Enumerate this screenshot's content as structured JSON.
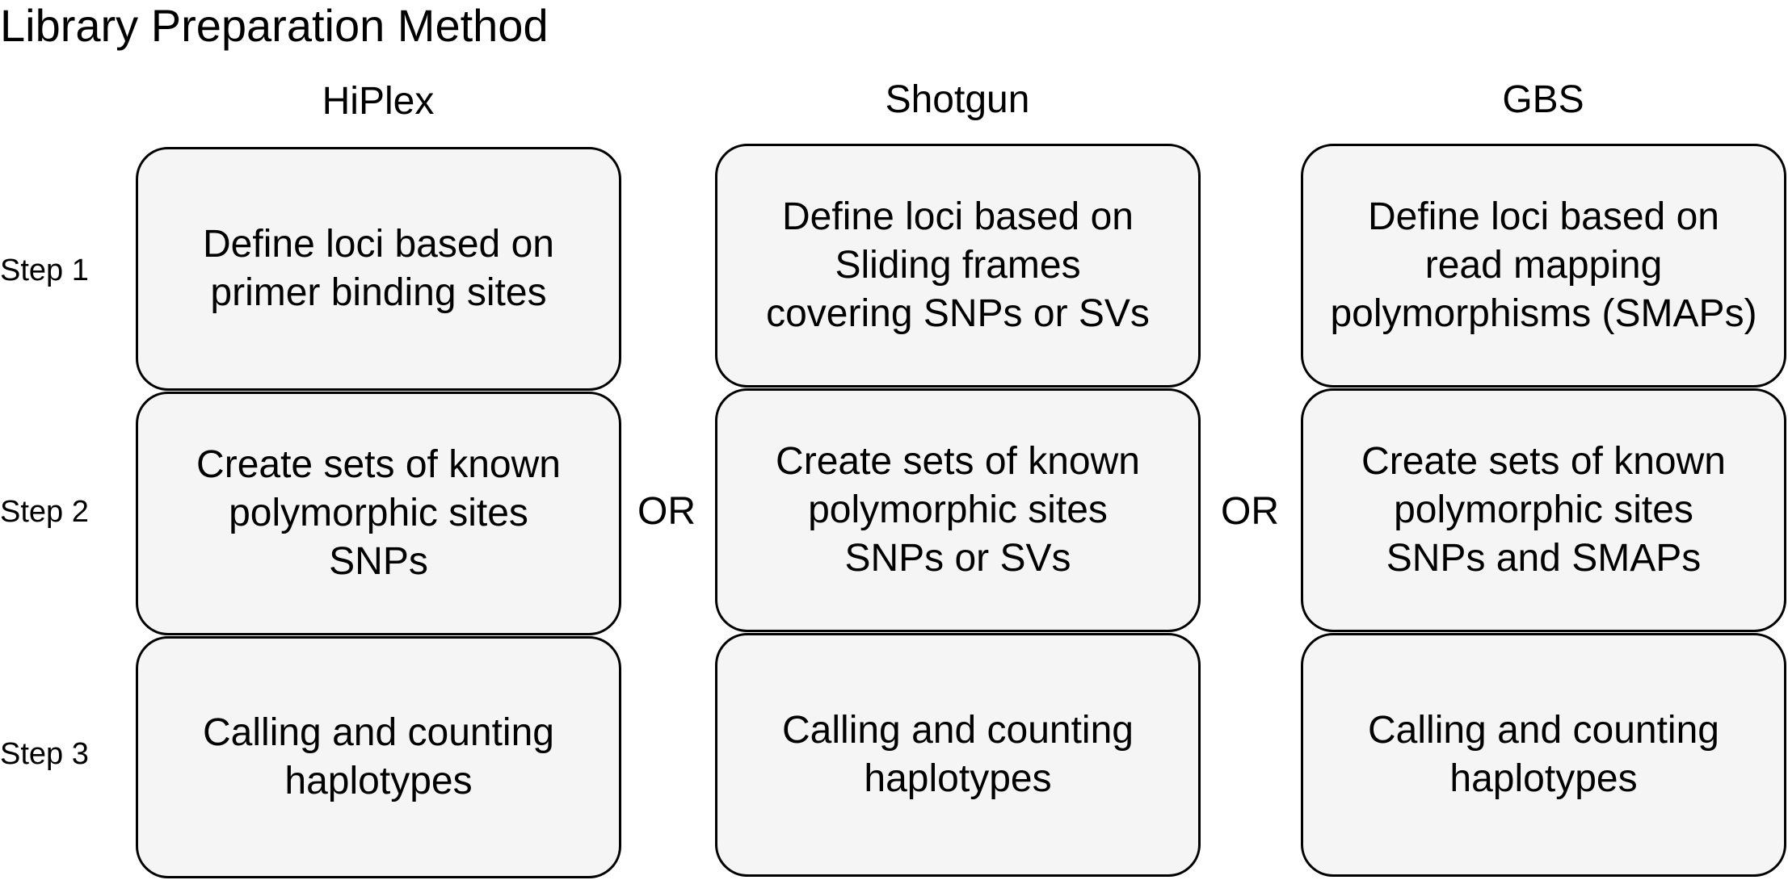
{
  "title": "Library Preparation Method",
  "columns": [
    {
      "header": "HiPlex",
      "steps": [
        "Define loci based on\nprimer binding sites",
        "Create sets of known\npolymorphic sites\nSNPs",
        "Calling and counting\nhaplotypes"
      ]
    },
    {
      "header": "Shotgun",
      "steps": [
        "Define loci based on\nSliding frames\ncovering SNPs or SVs",
        "Create sets of known\npolymorphic sites\nSNPs or SVs",
        "Calling and counting\nhaplotypes"
      ]
    },
    {
      "header": "GBS",
      "steps": [
        "Define loci based on\nread mapping\npolymorphisms (SMAPs)",
        "Create sets of known\npolymorphic sites\nSNPs and SMAPs",
        "Calling and counting\nhaplotypes"
      ]
    }
  ],
  "step_labels": [
    "Step 1",
    "Step 2",
    "Step 3"
  ],
  "separators": [
    "OR",
    "OR"
  ]
}
